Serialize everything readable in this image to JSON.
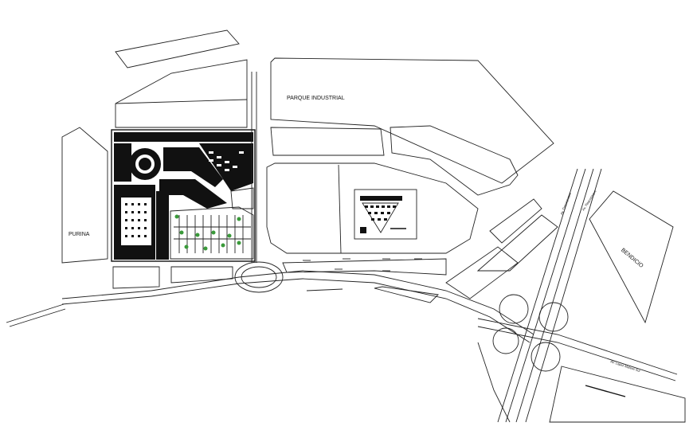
{
  "labels": {
    "parque_industrial": "PARQUE INDUSTRIAL",
    "purina": "PURINA",
    "bendicio": "BENDICIO",
    "av_lopez": "AV. Lopez Mateos Sur",
    "av_street_small_1": "Av. Tlaquepaque",
    "av_street_small_2": "Av. Tlaquepaque"
  },
  "colors": {
    "line": "#222222",
    "fill": "#111111",
    "tree": "#3a9a3a",
    "background": "#ffffff"
  }
}
